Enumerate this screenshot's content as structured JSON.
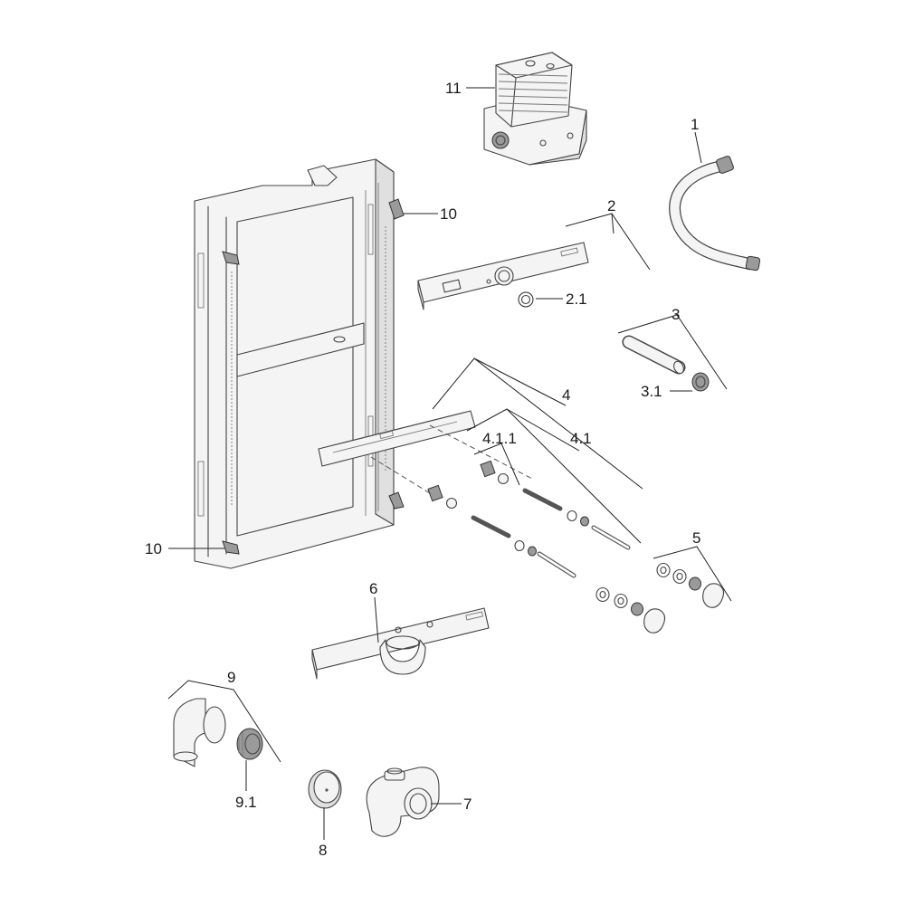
{
  "labels": {
    "p1": "1",
    "p2": "2",
    "p2_1": "2.1",
    "p3": "3",
    "p3_1": "3.1",
    "p4": "4",
    "p4_1": "4.1",
    "p4_1_1": "4.1.1",
    "p5": "5",
    "p6": "6",
    "p7": "7",
    "p8": "8",
    "p9": "9",
    "p9_1": "9.1",
    "p10_top": "10",
    "p10_bottom": "10",
    "p11": "11"
  }
}
